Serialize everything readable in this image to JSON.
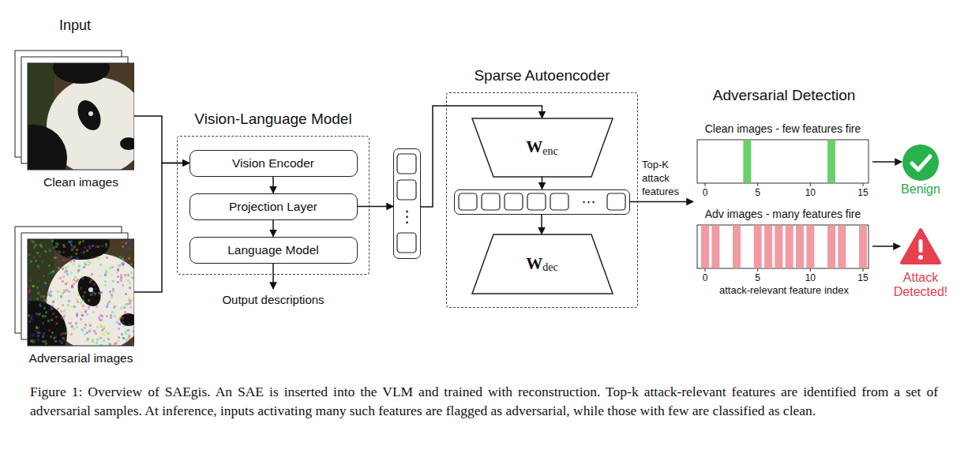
{
  "diagram": {
    "caption": "Figure 1: Overview of SAEgis. An SAE is inserted into the VLM and trained with reconstruction. Top-k attack-relevant features are identified from a set of adversarial samples. At inference, inputs activating many such features are flagged as adversarial, while those with few are classified as clean.",
    "nodes": [
      {
        "text": [
          "Clean images"
        ]
      },
      {
        "text": [
          "Adversarial images"
        ]
      },
      {
        "text": [
          "Vision-Language Model"
        ]
      },
      {
        "text": [
          "Vision Encoder"
        ],
        "in": 2
      },
      {
        "text": [
          "Projection Layer"
        ],
        "in": 2
      },
      {
        "text": [
          "Language Model"
        ],
        "in": 2
      },
      {
        "text": [
          "⋮"
        ]
      },
      {
        "text": [
          "Sparse Autoencoder"
        ]
      },
      {
        "text": [
          "W",
          "enc"
        ],
        "in": 7
      },
      {
        "text": [
          "⋯"
        ],
        "in": 7
      },
      {
        "text": [
          "W",
          "dec"
        ],
        "in": 7
      },
      {
        "text": [
          "Clean images - few features fire"
        ]
      },
      {
        "text": [
          "Adv images - many features fire"
        ]
      },
      {
        "text": [
          "Benign"
        ]
      },
      {
        "text": [
          "Attack Detected!"
        ]
      }
    ],
    "edges": [
      {
        "from": 0,
        "to": 3,
        "arrow": "to"
      },
      {
        "from": 1,
        "to": 3,
        "arrow": "to"
      },
      {
        "from": 3,
        "to": 4,
        "arrow": "to"
      },
      {
        "from": 4,
        "to": 5,
        "arrow": "to"
      },
      {
        "from": 4,
        "to": 6,
        "arrow": "to"
      },
      {
        "from": 6,
        "to": 8,
        "arrow": "to"
      },
      {
        "from": 8,
        "to": 9,
        "arrow": "to"
      },
      {
        "from": 9,
        "to": 10,
        "arrow": "to"
      },
      {
        "from": 9,
        "to": 11,
        "label": "Top-K attack features",
        "arrow": "to"
      },
      {
        "from": 11,
        "to": 13,
        "arrow": "to"
      },
      {
        "from": 12,
        "to": 14,
        "arrow": "to"
      }
    ],
    "labels": [
      "Input",
      "Output descriptions",
      "Adversarial Detection",
      "0",
      "5",
      "10",
      "15",
      "0",
      "5",
      "10",
      "15",
      "attack-relevant feature index"
    ]
  }
}
